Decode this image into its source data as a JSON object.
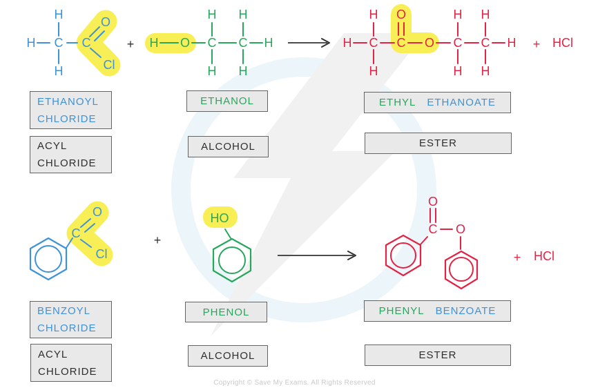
{
  "page": {
    "copyright": "Copyright © Save My Exams. All Rights Reserved"
  },
  "colors": {
    "acyl_chloride_blue": "#3e92d8",
    "alcohol_green": "#27a75c",
    "ester_red": "#e32345",
    "highlight_yellow": "#f8ee55",
    "label_box_bg": "#e9e9e9",
    "label_box_border": "#636363",
    "text_black": "#2e2e2e"
  },
  "symbols": {
    "hydrogen": "H",
    "carbon": "C",
    "oxygen": "O",
    "chlorine": "Cl",
    "hydroxyl": "HO",
    "hydrogen_chloride": "HCl",
    "plus": "+"
  },
  "reactions": [
    {
      "reactant1_name_line1": "ETHANOYL",
      "reactant1_name_line2": "CHLORIDE",
      "reactant1_type_line1": "ACYL",
      "reactant1_type_line2": "CHLORIDE",
      "reactant2_name": "ETHANOL",
      "reactant2_type": "ALCOHOL",
      "product_name_word1": "ETHYL",
      "product_name_word2": "ETHANOATE",
      "product_type": "ESTER"
    },
    {
      "reactant1_name_line1": "BENZOYL",
      "reactant1_name_line2": "CHLORIDE",
      "reactant1_type_line1": "ACYL",
      "reactant1_type_line2": "CHLORIDE",
      "reactant2_name": "PHENOL",
      "reactant2_type": "ALCOHOL",
      "product_name_word1": "PHENYL",
      "product_name_word2": "BENZOATE",
      "product_type": "ESTER"
    }
  ]
}
